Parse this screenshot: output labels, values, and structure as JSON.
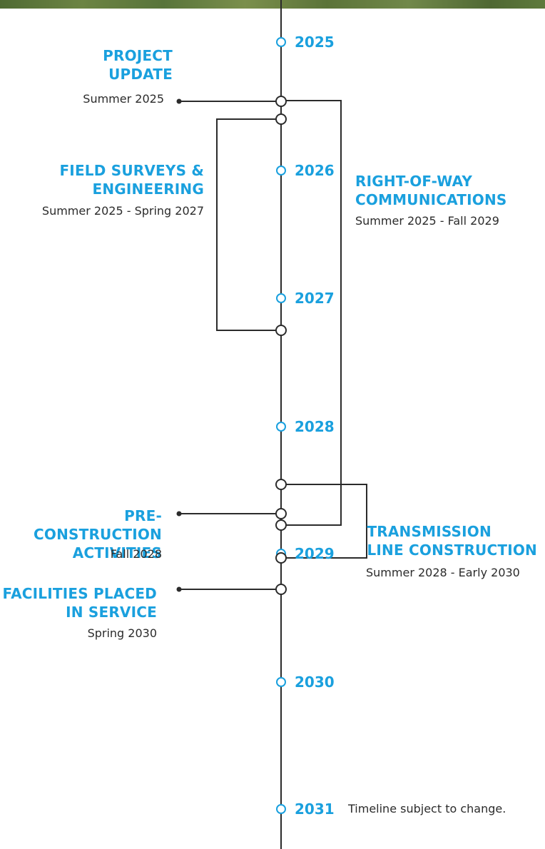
{
  "years": [
    "2025",
    "2026",
    "2027",
    "2028",
    "2029",
    "2030",
    "2031"
  ],
  "milestones": {
    "project_update": {
      "title_line1": "PROJECT",
      "title_line2": "UPDATE",
      "date": "Summer 2025"
    },
    "field_surveys": {
      "title_line1": "FIELD SURVEYS &",
      "title_line2": "ENGINEERING",
      "date": "Summer 2025 - Spring 2027"
    },
    "right_of_way": {
      "title_line1": "RIGHT-OF-WAY",
      "title_line2": "COMMUNICATIONS",
      "date": "Summer 2025 - Fall 2029"
    },
    "pre_construction": {
      "title_line1": "PRE-CONSTRUCTION",
      "title_line2": "ACTIVITIES",
      "date": "Fall 2028"
    },
    "transmission": {
      "title_line1": "TRANSMISSION",
      "title_line2": "LINE CONSTRUCTION",
      "date": "Summer 2028 - Early 2030"
    },
    "facilities": {
      "title_line1": "FACILITIES PLACED",
      "title_line2": "IN SERVICE",
      "date": "Spring 2030"
    }
  },
  "note": "Timeline subject to change.",
  "colors": {
    "accent": "#1aa0de",
    "line": "#2b2b2b",
    "text": "#2b2b2b"
  }
}
